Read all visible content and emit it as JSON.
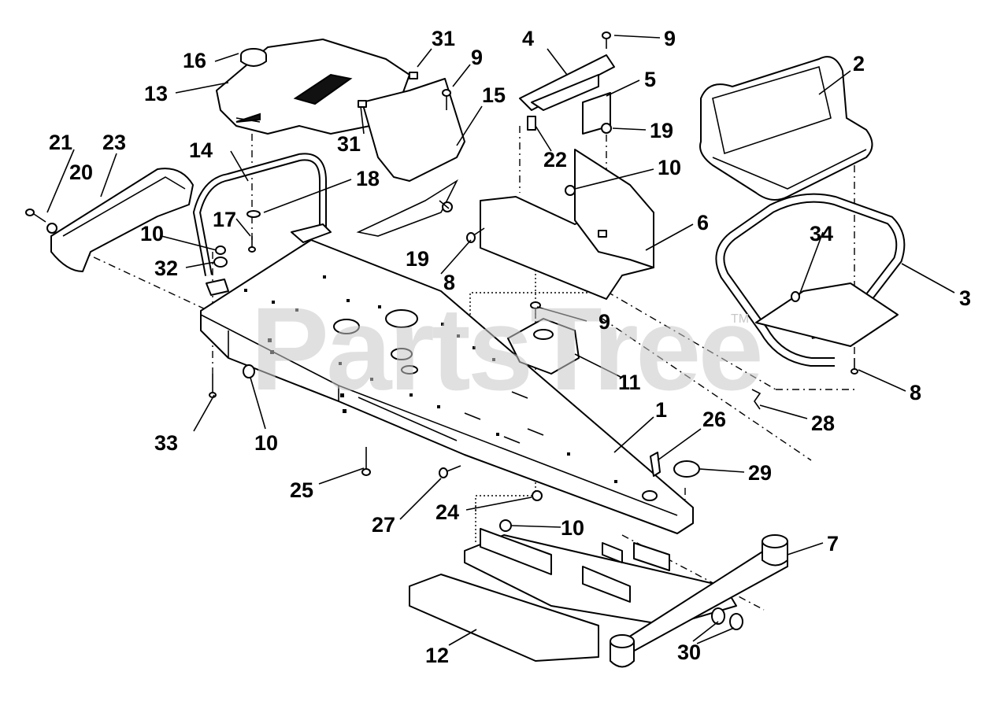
{
  "watermark": {
    "text": "PartsTree",
    "tm": "TM"
  },
  "callouts": [
    {
      "id": "c1",
      "label": "1"
    },
    {
      "id": "c2",
      "label": "2"
    },
    {
      "id": "c3",
      "label": "3"
    },
    {
      "id": "c4",
      "label": "4"
    },
    {
      "id": "c5",
      "label": "5"
    },
    {
      "id": "c6",
      "label": "6"
    },
    {
      "id": "c7",
      "label": "7"
    },
    {
      "id": "c8a",
      "label": "8"
    },
    {
      "id": "c8b",
      "label": "8"
    },
    {
      "id": "c9a",
      "label": "9"
    },
    {
      "id": "c9b",
      "label": "9"
    },
    {
      "id": "c9c",
      "label": "9"
    },
    {
      "id": "c10a",
      "label": "10"
    },
    {
      "id": "c10b",
      "label": "10"
    },
    {
      "id": "c10c",
      "label": "10"
    },
    {
      "id": "c10d",
      "label": "10"
    },
    {
      "id": "c11",
      "label": "11"
    },
    {
      "id": "c12",
      "label": "12"
    },
    {
      "id": "c13",
      "label": "13"
    },
    {
      "id": "c14",
      "label": "14"
    },
    {
      "id": "c15",
      "label": "15"
    },
    {
      "id": "c16",
      "label": "16"
    },
    {
      "id": "c17",
      "label": "17"
    },
    {
      "id": "c18",
      "label": "18"
    },
    {
      "id": "c19a",
      "label": "19"
    },
    {
      "id": "c19b",
      "label": "19"
    },
    {
      "id": "c20",
      "label": "20"
    },
    {
      "id": "c21",
      "label": "21"
    },
    {
      "id": "c22",
      "label": "22"
    },
    {
      "id": "c23",
      "label": "23"
    },
    {
      "id": "c24",
      "label": "24"
    },
    {
      "id": "c25",
      "label": "25"
    },
    {
      "id": "c26",
      "label": "26"
    },
    {
      "id": "c27",
      "label": "27"
    },
    {
      "id": "c28",
      "label": "28"
    },
    {
      "id": "c29",
      "label": "29"
    },
    {
      "id": "c30",
      "label": "30"
    },
    {
      "id": "c31a",
      "label": "31"
    },
    {
      "id": "c31b",
      "label": "31"
    },
    {
      "id": "c32",
      "label": "32"
    },
    {
      "id": "c33",
      "label": "33"
    },
    {
      "id": "c34",
      "label": "34"
    }
  ]
}
